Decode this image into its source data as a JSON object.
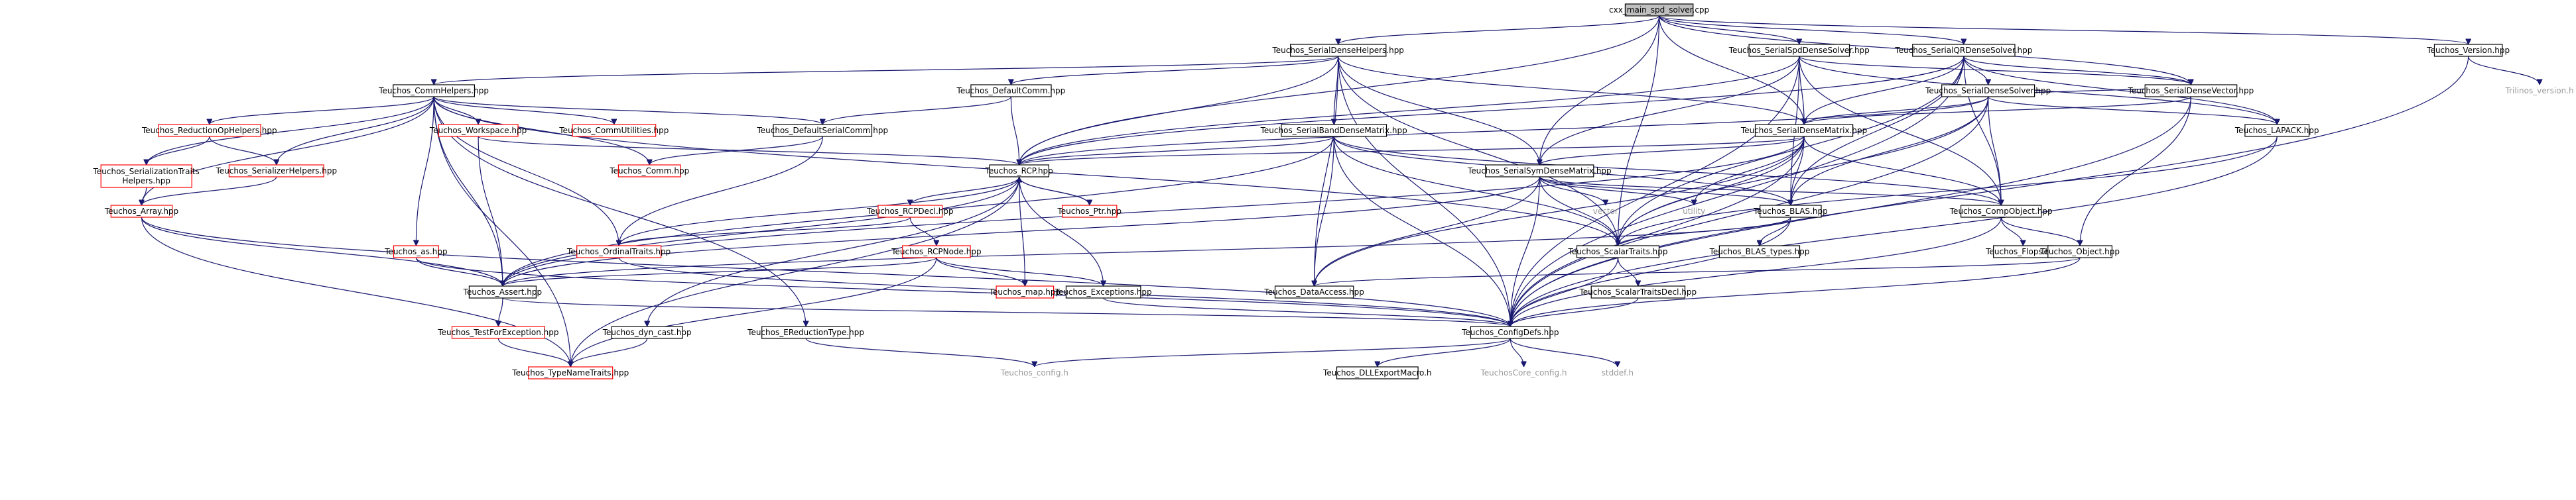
{
  "diagram": {
    "nodes": [
      {
        "id": "root",
        "label": "cxx_main_spd_solver.cpp",
        "style": "root"
      },
      {
        "id": "helpers",
        "label": "Teuchos_SerialDenseHelpers.hpp",
        "style": "normal"
      },
      {
        "id": "spdsolver",
        "label": "Teuchos_SerialSpdDenseSolver.hpp",
        "style": "normal"
      },
      {
        "id": "qrsolver",
        "label": "Teuchos_SerialQRDenseSolver.hpp",
        "style": "normal"
      },
      {
        "id": "version",
        "label": "Teuchos_Version.hpp",
        "style": "normal"
      },
      {
        "id": "commhelpers",
        "label": "Teuchos_CommHelpers.hpp",
        "style": "normal"
      },
      {
        "id": "defaultcomm",
        "label": "Teuchos_DefaultComm.hpp",
        "style": "normal"
      },
      {
        "id": "densesolver",
        "label": "Teuchos_SerialDenseSolver.hpp",
        "style": "normal"
      },
      {
        "id": "densevector",
        "label": "Teuchos_SerialDenseVector.hpp",
        "style": "normal"
      },
      {
        "id": "trilinosver",
        "label": "Trilinos_version.h",
        "style": "gray"
      },
      {
        "id": "reductionop",
        "label": "Teuchos_ReductionOpHelpers.hpp",
        "style": "red"
      },
      {
        "id": "workspace",
        "label": "Teuchos_Workspace.hpp",
        "style": "red"
      },
      {
        "id": "commutil",
        "label": "Teuchos_CommUtilities.hpp",
        "style": "red"
      },
      {
        "id": "defserialcomm",
        "label": "Teuchos_DefaultSerialComm.hpp",
        "style": "normal"
      },
      {
        "id": "bandmatrix",
        "label": "Teuchos_SerialBandDenseMatrix.hpp",
        "style": "normal"
      },
      {
        "id": "densematrix",
        "label": "Teuchos_SerialDenseMatrix.hpp",
        "style": "normal"
      },
      {
        "id": "lapack",
        "label": "Teuchos_LAPACK.hpp",
        "style": "normal"
      },
      {
        "id": "sertraits",
        "label": [
          "Teuchos_SerializationTraits",
          "Helpers.hpp"
        ],
        "style": "red"
      },
      {
        "id": "serializer",
        "label": "Teuchos_SerializerHelpers.hpp",
        "style": "red"
      },
      {
        "id": "rcp",
        "label": "Teuchos_RCP.hpp",
        "style": "normal"
      },
      {
        "id": "comm",
        "label": "Teuchos_Comm.hpp",
        "style": "red"
      },
      {
        "id": "symmatrix",
        "label": "Teuchos_SerialSymDenseMatrix.hpp",
        "style": "normal"
      },
      {
        "id": "array",
        "label": "Teuchos_Array.hpp",
        "style": "red"
      },
      {
        "id": "rcpdecl",
        "label": "Teuchos_RCPDecl.hpp",
        "style": "red"
      },
      {
        "id": "ptr",
        "label": "Teuchos_Ptr.hpp",
        "style": "red"
      },
      {
        "id": "vector",
        "label": "vector",
        "style": "gray"
      },
      {
        "id": "utility",
        "label": "utility",
        "style": "gray"
      },
      {
        "id": "blas",
        "label": "Teuchos_BLAS.hpp",
        "style": "normal"
      },
      {
        "id": "compobject",
        "label": "Teuchos_CompObject.hpp",
        "style": "normal"
      },
      {
        "id": "as",
        "label": "Teuchos_as.hpp",
        "style": "red"
      },
      {
        "id": "ordinal",
        "label": "Teuchos_OrdinalTraits.hpp",
        "style": "red"
      },
      {
        "id": "rcpnode",
        "label": "Teuchos_RCPNode.hpp",
        "style": "red"
      },
      {
        "id": "scalartraits",
        "label": "Teuchos_ScalarTraits.hpp",
        "style": "normal"
      },
      {
        "id": "blastypes",
        "label": "Teuchos_BLAS_types.hpp",
        "style": "normal"
      },
      {
        "id": "flops",
        "label": "Teuchos_Flops.hpp",
        "style": "normal"
      },
      {
        "id": "object",
        "label": "Teuchos_Object.hpp",
        "style": "normal"
      },
      {
        "id": "assert",
        "label": "Teuchos_Assert.hpp",
        "style": "normal"
      },
      {
        "id": "map",
        "label": "Teuchos_map.hpp",
        "style": "red"
      },
      {
        "id": "exceptions",
        "label": "Teuchos_Exceptions.hpp",
        "style": "normal"
      },
      {
        "id": "dataaccess",
        "label": "Teuchos_DataAccess.hpp",
        "style": "normal"
      },
      {
        "id": "scalartraitsdecl",
        "label": "Teuchos_ScalarTraitsDecl.hpp",
        "style": "normal"
      },
      {
        "id": "testexc",
        "label": "Teuchos_TestForException.hpp",
        "style": "red"
      },
      {
        "id": "dyncast",
        "label": "Teuchos_dyn_cast.hpp",
        "style": "normal"
      },
      {
        "id": "ereduction",
        "label": "Teuchos_EReductionType.hpp",
        "style": "normal"
      },
      {
        "id": "configdefs",
        "label": "Teuchos_ConfigDefs.hpp",
        "style": "normal"
      },
      {
        "id": "typename",
        "label": "Teuchos_TypeNameTraits.hpp",
        "style": "red"
      },
      {
        "id": "tconfig",
        "label": "Teuchos_config.h",
        "style": "gray"
      },
      {
        "id": "dllexport",
        "label": "Teuchos_DLLExportMacro.h",
        "style": "normal"
      },
      {
        "id": "corecfg",
        "label": "TeuchosCore_config.h",
        "style": "gray"
      },
      {
        "id": "stddef",
        "label": "stddef.h",
        "style": "gray"
      }
    ],
    "edges": [
      [
        "root",
        "helpers"
      ],
      [
        "root",
        "spdsolver"
      ],
      [
        "root",
        "qrsolver"
      ],
      [
        "root",
        "version"
      ],
      [
        "root",
        "rcp"
      ],
      [
        "root",
        "densematrix"
      ],
      [
        "root",
        "densevector"
      ],
      [
        "root",
        "symmatrix"
      ],
      [
        "root",
        "scalartraits"
      ],
      [
        "helpers",
        "commhelpers"
      ],
      [
        "helpers",
        "defaultcomm"
      ],
      [
        "helpers",
        "bandmatrix"
      ],
      [
        "helpers",
        "densematrix"
      ],
      [
        "helpers",
        "symmatrix"
      ],
      [
        "helpers",
        "scalartraits"
      ],
      [
        "helpers",
        "dataaccess"
      ],
      [
        "helpers",
        "configdefs"
      ],
      [
        "helpers",
        "rcp"
      ],
      [
        "spdsolver",
        "densematrix"
      ],
      [
        "spdsolver",
        "symmatrix"
      ],
      [
        "spdsolver",
        "lapack"
      ],
      [
        "spdsolver",
        "blas"
      ],
      [
        "spdsolver",
        "compobject"
      ],
      [
        "spdsolver",
        "rcp"
      ],
      [
        "spdsolver",
        "configdefs"
      ],
      [
        "spdsolver",
        "densevector"
      ],
      [
        "qrsolver",
        "densesolver"
      ],
      [
        "qrsolver",
        "densematrix"
      ],
      [
        "qrsolver",
        "densevector"
      ],
      [
        "qrsolver",
        "lapack"
      ],
      [
        "qrsolver",
        "blas"
      ],
      [
        "qrsolver",
        "compobject"
      ],
      [
        "qrsolver",
        "rcp"
      ],
      [
        "qrsolver",
        "configdefs"
      ],
      [
        "qrsolver",
        "scalartraits"
      ],
      [
        "version",
        "trilinosver"
      ],
      [
        "version",
        "configdefs"
      ],
      [
        "commhelpers",
        "reductionop"
      ],
      [
        "commhelpers",
        "workspace"
      ],
      [
        "commhelpers",
        "commutil"
      ],
      [
        "commhelpers",
        "defserialcomm"
      ],
      [
        "commhelpers",
        "sertraits"
      ],
      [
        "commhelpers",
        "serializer"
      ],
      [
        "commhelpers",
        "comm"
      ],
      [
        "commhelpers",
        "array"
      ],
      [
        "commhelpers",
        "as"
      ],
      [
        "commhelpers",
        "ordinal"
      ],
      [
        "commhelpers",
        "assert"
      ],
      [
        "commhelpers",
        "ereduction"
      ],
      [
        "commhelpers",
        "typename"
      ],
      [
        "commhelpers",
        "scalartraits"
      ],
      [
        "defaultcomm",
        "defserialcomm"
      ],
      [
        "defaultcomm",
        "rcp"
      ],
      [
        "densesolver",
        "densematrix"
      ],
      [
        "densesolver",
        "densevector"
      ],
      [
        "densesolver",
        "lapack"
      ],
      [
        "densesolver",
        "blas"
      ],
      [
        "densesolver",
        "compobject"
      ],
      [
        "densesolver",
        "rcp"
      ],
      [
        "densesolver",
        "configdefs"
      ],
      [
        "densesolver",
        "scalartraits"
      ],
      [
        "densevector",
        "densematrix"
      ],
      [
        "densevector",
        "object"
      ],
      [
        "densevector",
        "configdefs"
      ],
      [
        "reductionop",
        "sertraits"
      ],
      [
        "reductionop",
        "serializer"
      ],
      [
        "workspace",
        "rcp"
      ],
      [
        "workspace",
        "assert"
      ],
      [
        "defserialcomm",
        "comm"
      ],
      [
        "defserialcomm",
        "ordinal"
      ],
      [
        "bandmatrix",
        "rcp"
      ],
      [
        "bandmatrix",
        "blas"
      ],
      [
        "bandmatrix",
        "compobject"
      ],
      [
        "bandmatrix",
        "scalartraits"
      ],
      [
        "bandmatrix",
        "dataaccess"
      ],
      [
        "bandmatrix",
        "configdefs"
      ],
      [
        "bandmatrix",
        "assert"
      ],
      [
        "densematrix",
        "compobject"
      ],
      [
        "densematrix",
        "blas"
      ],
      [
        "densematrix",
        "scalartraits"
      ],
      [
        "densematrix",
        "dataaccess"
      ],
      [
        "densematrix",
        "configdefs"
      ],
      [
        "densematrix",
        "symmatrix"
      ],
      [
        "densematrix",
        "utility"
      ],
      [
        "densematrix",
        "assert"
      ],
      [
        "densematrix",
        "rcp"
      ],
      [
        "lapack",
        "configdefs"
      ],
      [
        "lapack",
        "scalartraits"
      ],
      [
        "sertraits",
        "array"
      ],
      [
        "serializer",
        "array"
      ],
      [
        "rcp",
        "rcpdecl"
      ],
      [
        "rcp",
        "ptr"
      ],
      [
        "rcp",
        "map"
      ],
      [
        "rcp",
        "exceptions"
      ],
      [
        "rcp",
        "dyncast"
      ],
      [
        "rcp",
        "assert"
      ],
      [
        "rcp",
        "typename"
      ],
      [
        "rcp",
        "ordinal"
      ],
      [
        "symmatrix",
        "compobject"
      ],
      [
        "symmatrix",
        "blas"
      ],
      [
        "symmatrix",
        "scalartraits"
      ],
      [
        "symmatrix",
        "dataaccess"
      ],
      [
        "symmatrix",
        "configdefs"
      ],
      [
        "symmatrix",
        "vector"
      ],
      [
        "symmatrix",
        "utility"
      ],
      [
        "symmatrix",
        "assert"
      ],
      [
        "array",
        "assert"
      ],
      [
        "array",
        "typename"
      ],
      [
        "array",
        "configdefs"
      ],
      [
        "rcpdecl",
        "rcpnode"
      ],
      [
        "rcpdecl",
        "ordinal"
      ],
      [
        "ptr",
        "rcp"
      ],
      [
        "blas",
        "scalartraits"
      ],
      [
        "blas",
        "blastypes"
      ],
      [
        "blas",
        "configdefs"
      ],
      [
        "blas",
        "assert"
      ],
      [
        "compobject",
        "flops"
      ],
      [
        "compobject",
        "object"
      ],
      [
        "compobject",
        "configdefs"
      ],
      [
        "as",
        "assert"
      ],
      [
        "as",
        "configdefs"
      ],
      [
        "ordinal",
        "configdefs"
      ],
      [
        "rcpnode",
        "assert"
      ],
      [
        "rcpnode",
        "map"
      ],
      [
        "rcpnode",
        "exceptions"
      ],
      [
        "rcpnode",
        "typename"
      ],
      [
        "scalartraits",
        "scalartraitsdecl"
      ],
      [
        "scalartraits",
        "configdefs"
      ],
      [
        "object",
        "configdefs"
      ],
      [
        "object",
        "dataaccess"
      ],
      [
        "assert",
        "testexc"
      ],
      [
        "assert",
        "configdefs"
      ],
      [
        "exceptions",
        "configdefs"
      ],
      [
        "scalartraitsdecl",
        "configdefs"
      ],
      [
        "testexc",
        "typename"
      ],
      [
        "dyncast",
        "typename"
      ],
      [
        "ereduction",
        "tconfig"
      ],
      [
        "configdefs",
        "tconfig"
      ],
      [
        "configdefs",
        "dllexport"
      ],
      [
        "configdefs",
        "corecfg"
      ],
      [
        "configdefs",
        "stddef"
      ]
    ]
  }
}
